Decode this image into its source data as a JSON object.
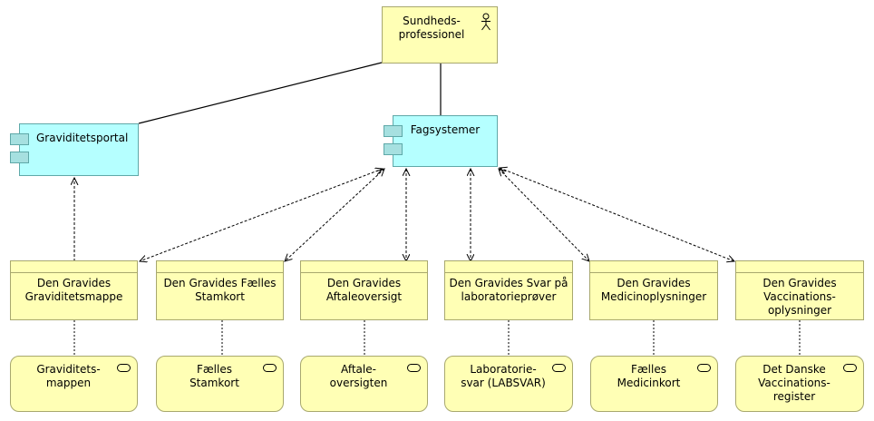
{
  "diagram": {
    "actor": {
      "label_line1": "Sundheds-",
      "label_line2": "professionel",
      "icon": "actor-icon"
    },
    "components": [
      {
        "id": "graviditetsportal",
        "label": "Graviditetsportal",
        "icon": "component-icon"
      },
      {
        "id": "fagsystemer",
        "label": "Fagsystemer",
        "icon": "component-icon"
      }
    ],
    "data_objects": [
      {
        "line1": "Den Gravides",
        "line2": "Graviditetsmappe",
        "line3": ""
      },
      {
        "line1": "Den Gravides Fælles",
        "line2": "Stamkort",
        "line3": ""
      },
      {
        "line1": "Den Gravides",
        "line2": "Aftaleoversigt",
        "line3": ""
      },
      {
        "line1": "Den Gravides Svar på",
        "line2": "laboratorieprøver",
        "line3": ""
      },
      {
        "line1": "Den Gravides",
        "line2": "Medicinoplysninger",
        "line3": ""
      },
      {
        "line1": "Den Gravides",
        "line2": "Vaccinations-",
        "line3": "oplysninger"
      }
    ],
    "services": [
      {
        "line1": "Graviditets-",
        "line2": "mappen",
        "line3": "",
        "icon": "service-icon"
      },
      {
        "line1": "Fælles",
        "line2": "Stamkort",
        "line3": "",
        "icon": "service-icon"
      },
      {
        "line1": "Aftale-",
        "line2": "oversigten",
        "line3": "",
        "icon": "service-icon"
      },
      {
        "line1": "Laboratorie-",
        "line2": "svar (LABSVAR)",
        "line3": "",
        "icon": "service-icon"
      },
      {
        "line1": "Fælles",
        "line2": "Medicinkort",
        "line3": "",
        "icon": "service-icon"
      },
      {
        "line1": "Det Danske",
        "line2": "Vaccinations-",
        "line3": "register",
        "icon": "service-icon"
      }
    ],
    "colors": {
      "actor_fill": "#ffffb5",
      "component_fill": "#b5ffff",
      "data_object_fill": "#ffffb5",
      "service_fill": "#ffffb5",
      "connector": "#000000"
    }
  }
}
